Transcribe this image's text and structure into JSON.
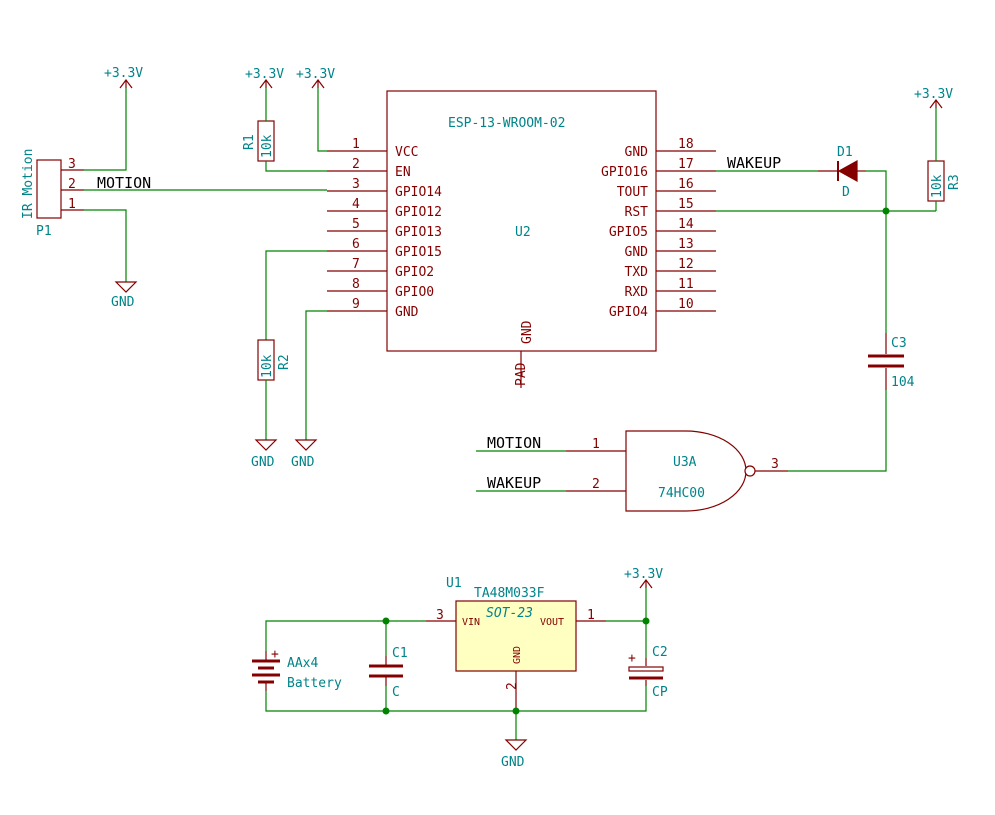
{
  "power": {
    "vcc_label": "+3.3V",
    "gnd_label": "GND"
  },
  "p1": {
    "ref": "P1",
    "value": "IR Motion",
    "pins": [
      "3",
      "2",
      "1"
    ]
  },
  "r1": {
    "ref": "R1",
    "value": "10k"
  },
  "r2": {
    "ref": "R2",
    "value": "10k"
  },
  "r3": {
    "ref": "R3",
    "value": "10k"
  },
  "u2": {
    "name": "ESP-13-WROOM-02",
    "ref": "U2",
    "pad_label": "PAD",
    "gnd_label": "GND",
    "left_pins": [
      {
        "num": "1",
        "name": "VCC"
      },
      {
        "num": "2",
        "name": "EN"
      },
      {
        "num": "3",
        "name": "GPIO14"
      },
      {
        "num": "4",
        "name": "GPIO12"
      },
      {
        "num": "5",
        "name": "GPIO13"
      },
      {
        "num": "6",
        "name": "GPIO15"
      },
      {
        "num": "7",
        "name": "GPIO2"
      },
      {
        "num": "8",
        "name": "GPIO0"
      },
      {
        "num": "9",
        "name": "GND"
      }
    ],
    "right_pins": [
      {
        "num": "18",
        "name": "GND"
      },
      {
        "num": "17",
        "name": "GPIO16"
      },
      {
        "num": "16",
        "name": "TOUT"
      },
      {
        "num": "15",
        "name": "RST"
      },
      {
        "num": "14",
        "name": "GPIO5"
      },
      {
        "num": "13",
        "name": "GND"
      },
      {
        "num": "12",
        "name": "TXD"
      },
      {
        "num": "11",
        "name": "RXD"
      },
      {
        "num": "10",
        "name": "GPIO4"
      }
    ]
  },
  "nets": {
    "motion": "MOTION",
    "wakeup": "WAKEUP"
  },
  "d1": {
    "ref": "D1",
    "value": "D"
  },
  "c3": {
    "ref": "C3",
    "value": "104"
  },
  "u3": {
    "ref": "U3A",
    "value": "74HC00",
    "pin_in1": "1",
    "pin_in2": "2",
    "pin_out": "3"
  },
  "u1": {
    "ref": "U1",
    "value": "TA48M033F",
    "package": "SOT-23",
    "vin_label": "VIN",
    "vout_label": "VOUT",
    "gnd_label": "GND",
    "pin_vin": "3",
    "pin_vout": "1",
    "pin_gnd": "2"
  },
  "battery": {
    "value": "AAx4",
    "ref": "Battery",
    "plus": "+"
  },
  "c1": {
    "ref": "C1",
    "value": "C"
  },
  "c2": {
    "ref": "C2",
    "value": "CP",
    "plus": "+"
  },
  "colors": {
    "wire": "#008400",
    "component": "#840000",
    "label": "#00848a",
    "ic_fill": "#ffffc2"
  }
}
